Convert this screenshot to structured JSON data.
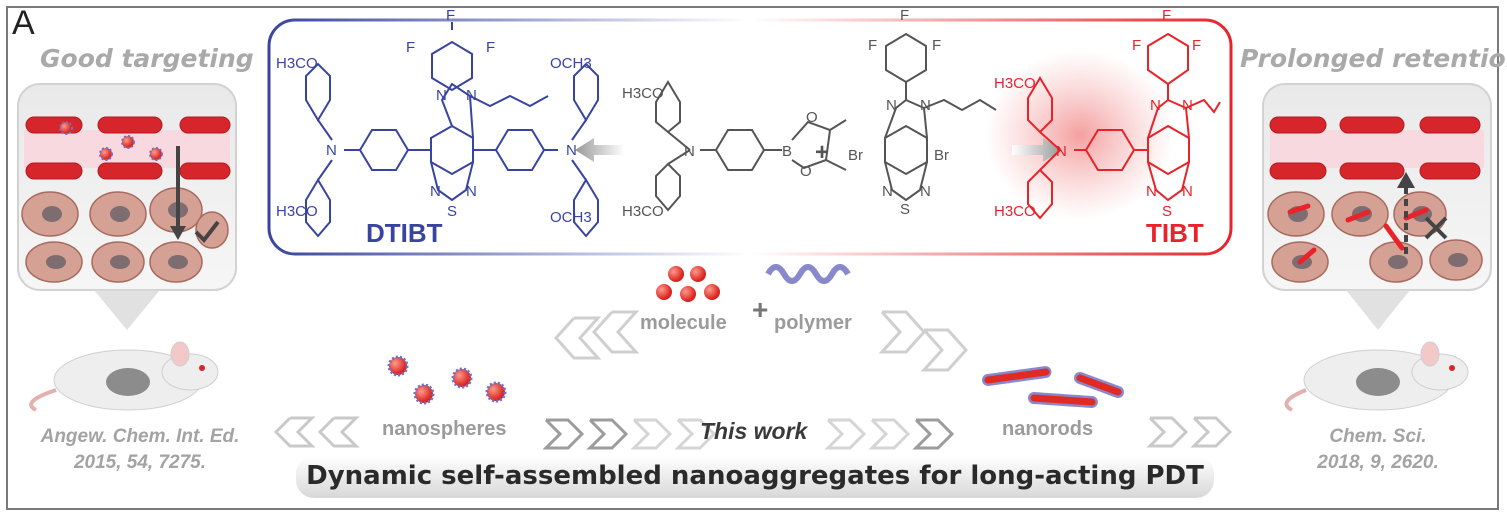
{
  "panel_letter": "A",
  "left": {
    "title": "Good targeting",
    "citation_line1": "Angew. Chem. Int. Ed.",
    "citation_line2": "2015, 54, 7275."
  },
  "right": {
    "title": "Prolonged retention",
    "citation_line1": "Chem. Sci.",
    "citation_line2": "2018, 9, 2620."
  },
  "center": {
    "molecule_left_name": "DTIBT",
    "molecule_right_name": "TIBT",
    "molecule_label": "molecule",
    "polymer_label": "polymer",
    "plus": "+",
    "nanospheres_label": "nanospheres",
    "nanorods_label": "nanorods",
    "this_work": "This work"
  },
  "chem_labels": {
    "f": "F",
    "h3co": "H3CO",
    "och3": "OCH3",
    "n": "N",
    "s": "S",
    "b": "B",
    "o": "O",
    "br": "Br"
  },
  "banner": "Dynamic self-assembled nanoaggregates for long-acting PDT",
  "colors": {
    "blue": "#3844a0",
    "red": "#e8232a",
    "gray_text": "#a3a3a3",
    "rbc": "#d7262b"
  }
}
